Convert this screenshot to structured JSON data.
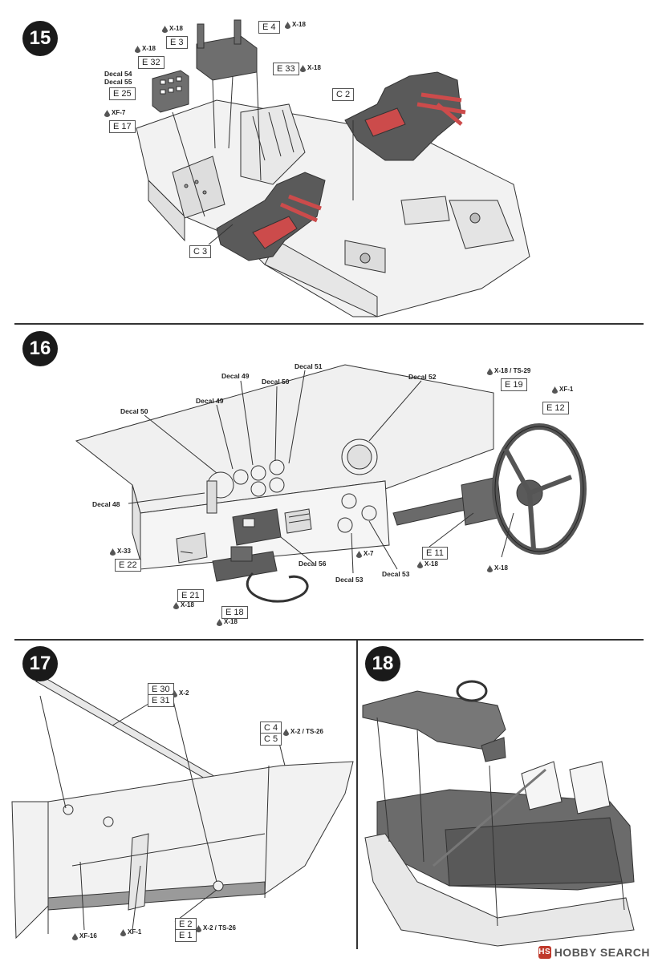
{
  "steps": {
    "s15": {
      "number": "15"
    },
    "s16": {
      "number": "16"
    },
    "s17": {
      "number": "17"
    },
    "s18": {
      "number": "18"
    }
  },
  "s15": {
    "e4": "E 4",
    "e3": "E 3",
    "e32": "E 32",
    "e25": "E 25",
    "e17": "E 17",
    "e33": "E 33",
    "c2": "C 2",
    "c3": "C 3",
    "decal54": "Decal 54",
    "decal55": "Decal 55",
    "p_x18_a": "X-18",
    "p_x18_b": "X-18",
    "p_x18_c": "X-18",
    "p_x18_d": "X-18",
    "p_xf7": "XF-7"
  },
  "s16": {
    "d49a": "Decal 49",
    "d50a": "Decal 50",
    "d51": "Decal 51",
    "d52": "Decal 52",
    "d49b": "Decal 49",
    "d50b": "Decal 50",
    "d48": "Decal 48",
    "d56": "Decal 56",
    "d53a": "Decal 53",
    "d53b": "Decal 53",
    "e19": "E 19",
    "e12": "E 12",
    "e22": "E 22",
    "e11": "E 11",
    "e21": "E 21",
    "e18": "E 18",
    "p_x18ts29": "X-18 / TS-29",
    "p_xf1": "XF-1",
    "p_x33": "X-33",
    "p_x7": "X-7",
    "p_x18_e11": "X-18",
    "p_x18_wheel": "X-18",
    "p_x18_e21": "X-18",
    "p_x18_e18": "X-18"
  },
  "s17": {
    "e30": "E 30",
    "e31": "E 31",
    "c4": "C 4",
    "c5": "C 5",
    "e2": "E 2",
    "e1": "E 1",
    "p_x2": "X-2",
    "p_x2ts26_c": "X-2 / TS-26",
    "p_x2ts26_e": "X-2 / TS-26",
    "p_xf16": "XF-16",
    "p_xf1": "XF-1"
  },
  "watermark": {
    "logo": "HS",
    "text": "HOBBY SEARCH"
  },
  "colors": {
    "ink": "#222222",
    "seat_belt": "#d9534f",
    "part_grey": "#8a8a8a"
  }
}
